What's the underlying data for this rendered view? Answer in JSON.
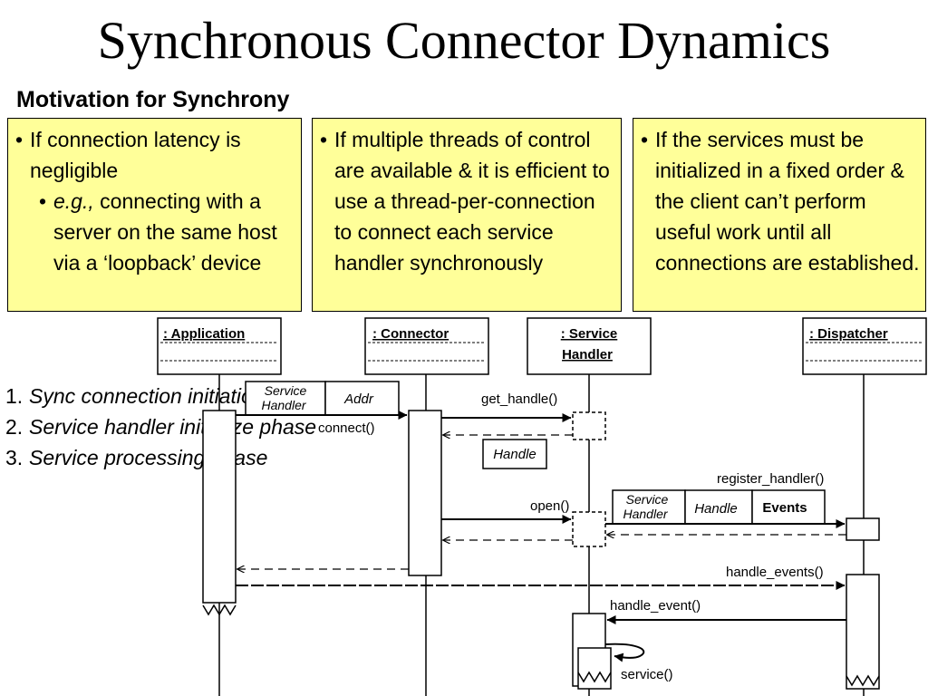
{
  "title": "Synchronous Connector Dynamics",
  "subtitle": "Motivation for Synchrony",
  "boxes": [
    {
      "bullet": "If connection latency is negligible",
      "sub_emph": "e.g.,",
      "sub_rest": " connecting with a server on the same host via a ‘loopback’ device"
    },
    {
      "bullet": "If multiple threads of control are available & it is efficient to use a thread-per-connection to connect each service handler synchronously"
    },
    {
      "bullet": "If the services must be initialized in a fixed order & the client can’t perform useful work until all connections are established."
    }
  ],
  "bullet_char": "•",
  "phases": [
    {
      "num": "1.",
      "text": "Sync connection initiation phase"
    },
    {
      "num": "2.",
      "text": "Service handler initialize phase"
    },
    {
      "num": "3.",
      "text": "Service processing phase"
    }
  ],
  "lifelines": {
    "application": ": Application",
    "connector": ": Connector",
    "service_handler_line1": ": Service",
    "service_handler_line2": "Handler",
    "dispatcher": ": Dispatcher"
  },
  "messages": {
    "get_handle": "get_handle()",
    "connect": "connect()",
    "register_handler": "register_handler()",
    "open": "open()",
    "handle_events": "handle_events()",
    "handle_event": "handle_event()",
    "service": "service()"
  },
  "params": {
    "service_handler_1": "Service",
    "service_handler_2": "Handler",
    "addr": "Addr",
    "handle": "Handle",
    "events": "Events"
  },
  "colors": {
    "box_fill": "#ffff99",
    "stroke": "#000000"
  }
}
